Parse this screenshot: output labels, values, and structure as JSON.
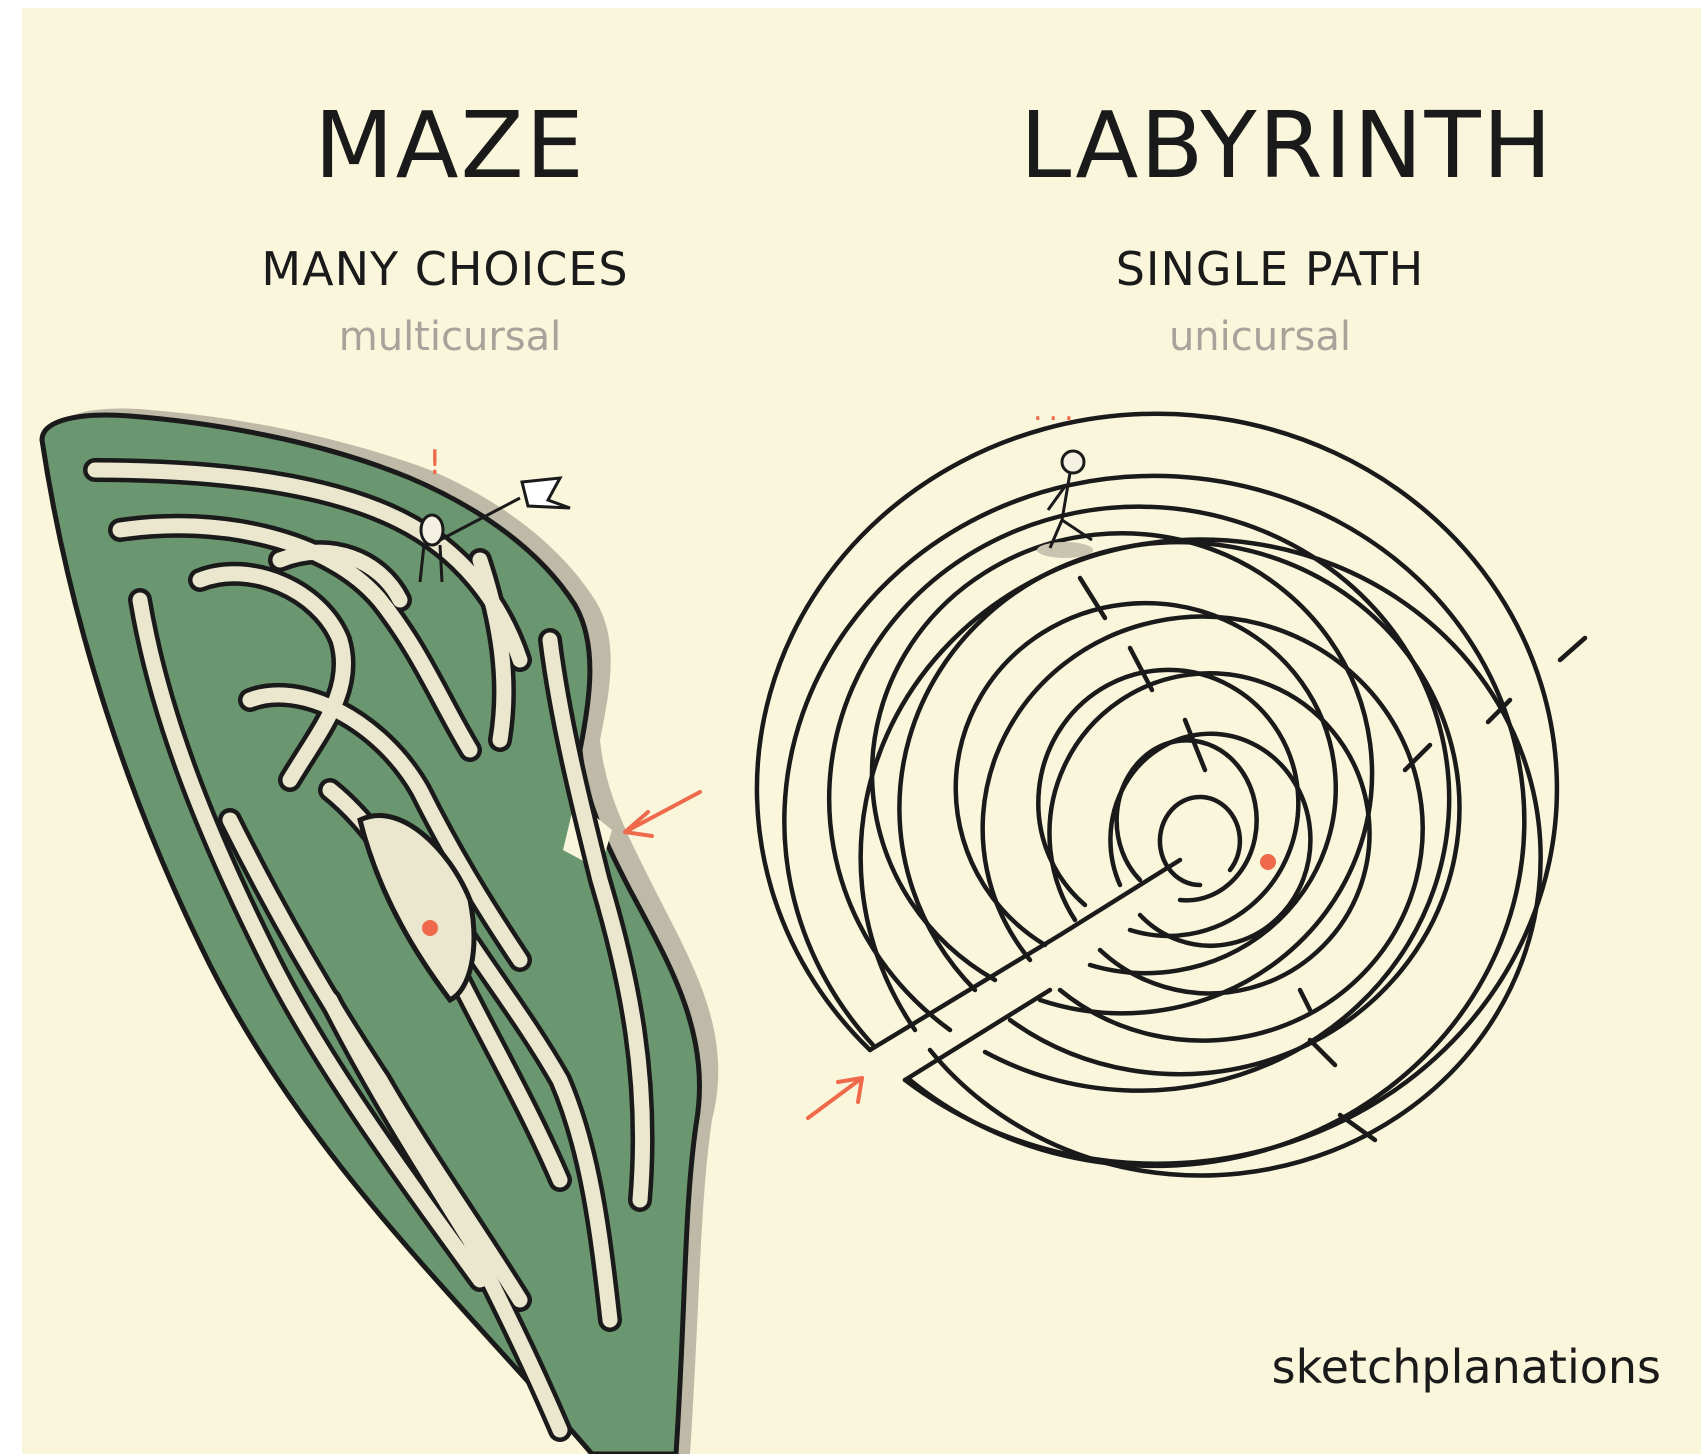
{
  "maze": {
    "title": "MAZE",
    "subtitle": "MANY CHOICES",
    "term": "multicursal",
    "exclaim": "!"
  },
  "labyrinth": {
    "title": "LABYRINTH",
    "subtitle": "SINGLE PATH",
    "term": "unicursal",
    "ellipsis": "..."
  },
  "credit": "sketchplanations",
  "colors": {
    "background": "#faf6dc",
    "hedge": "#6a9670",
    "path": "#ebe7cf",
    "shadow": "#bfb9a8",
    "ink": "#1a1a1a",
    "accent": "#ee6a4a",
    "muted": "#a7a39a"
  }
}
